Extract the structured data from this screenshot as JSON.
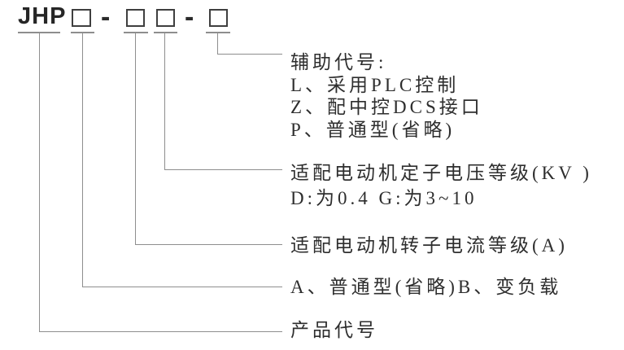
{
  "code": {
    "prefix": "JHP",
    "separator": "-"
  },
  "annotations": [
    {
      "name": "auxiliary-code",
      "lines": [
        "辅助代号:",
        "L、采用PLC控制",
        "Z、配中控DCS接口",
        "P、普通型(省略)"
      ]
    },
    {
      "name": "stator-voltage-grade",
      "lines": [
        "适配电动机定子电压等级(KV )",
        "D:为0.4 G:为3~10"
      ]
    },
    {
      "name": "rotor-current-grade",
      "lines": [
        "适配电动机转子电流等级(A)"
      ]
    },
    {
      "name": "load-type-code",
      "lines": [
        "A、普通型(省略)B、变负载"
      ]
    },
    {
      "name": "product-code",
      "lines": [
        "产品代号"
      ]
    }
  ]
}
